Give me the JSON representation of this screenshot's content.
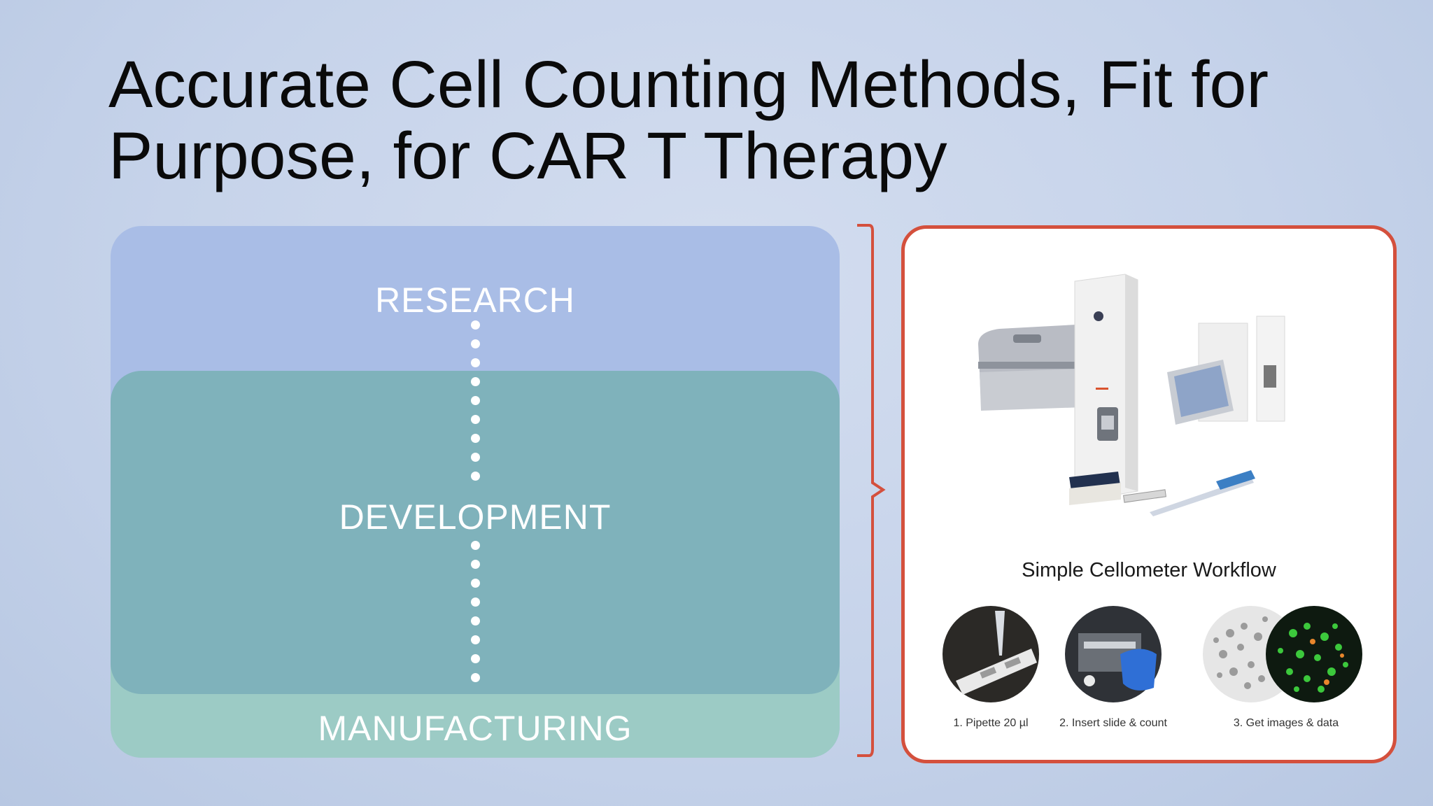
{
  "slide": {
    "title_line1": "Accurate Cell Counting Methods, Fit for",
    "title_line2": "Purpose, for CAR T Therapy"
  },
  "stages": {
    "research": "RESEARCH",
    "development": "DEVELOPMENT",
    "manufacturing": "MANUFACTURING"
  },
  "panel": {
    "workflow_title": "Simple Cellometer Workflow",
    "steps": [
      {
        "caption": "1. Pipette 20 µl"
      },
      {
        "caption": "2. Insert slide & count"
      },
      {
        "caption": "3. Get images & data"
      }
    ]
  },
  "colors": {
    "research": "#a9bde6",
    "development": "#7fb2bb",
    "manufacturing": "#9ccbc5",
    "accent_red": "#d4503d"
  }
}
